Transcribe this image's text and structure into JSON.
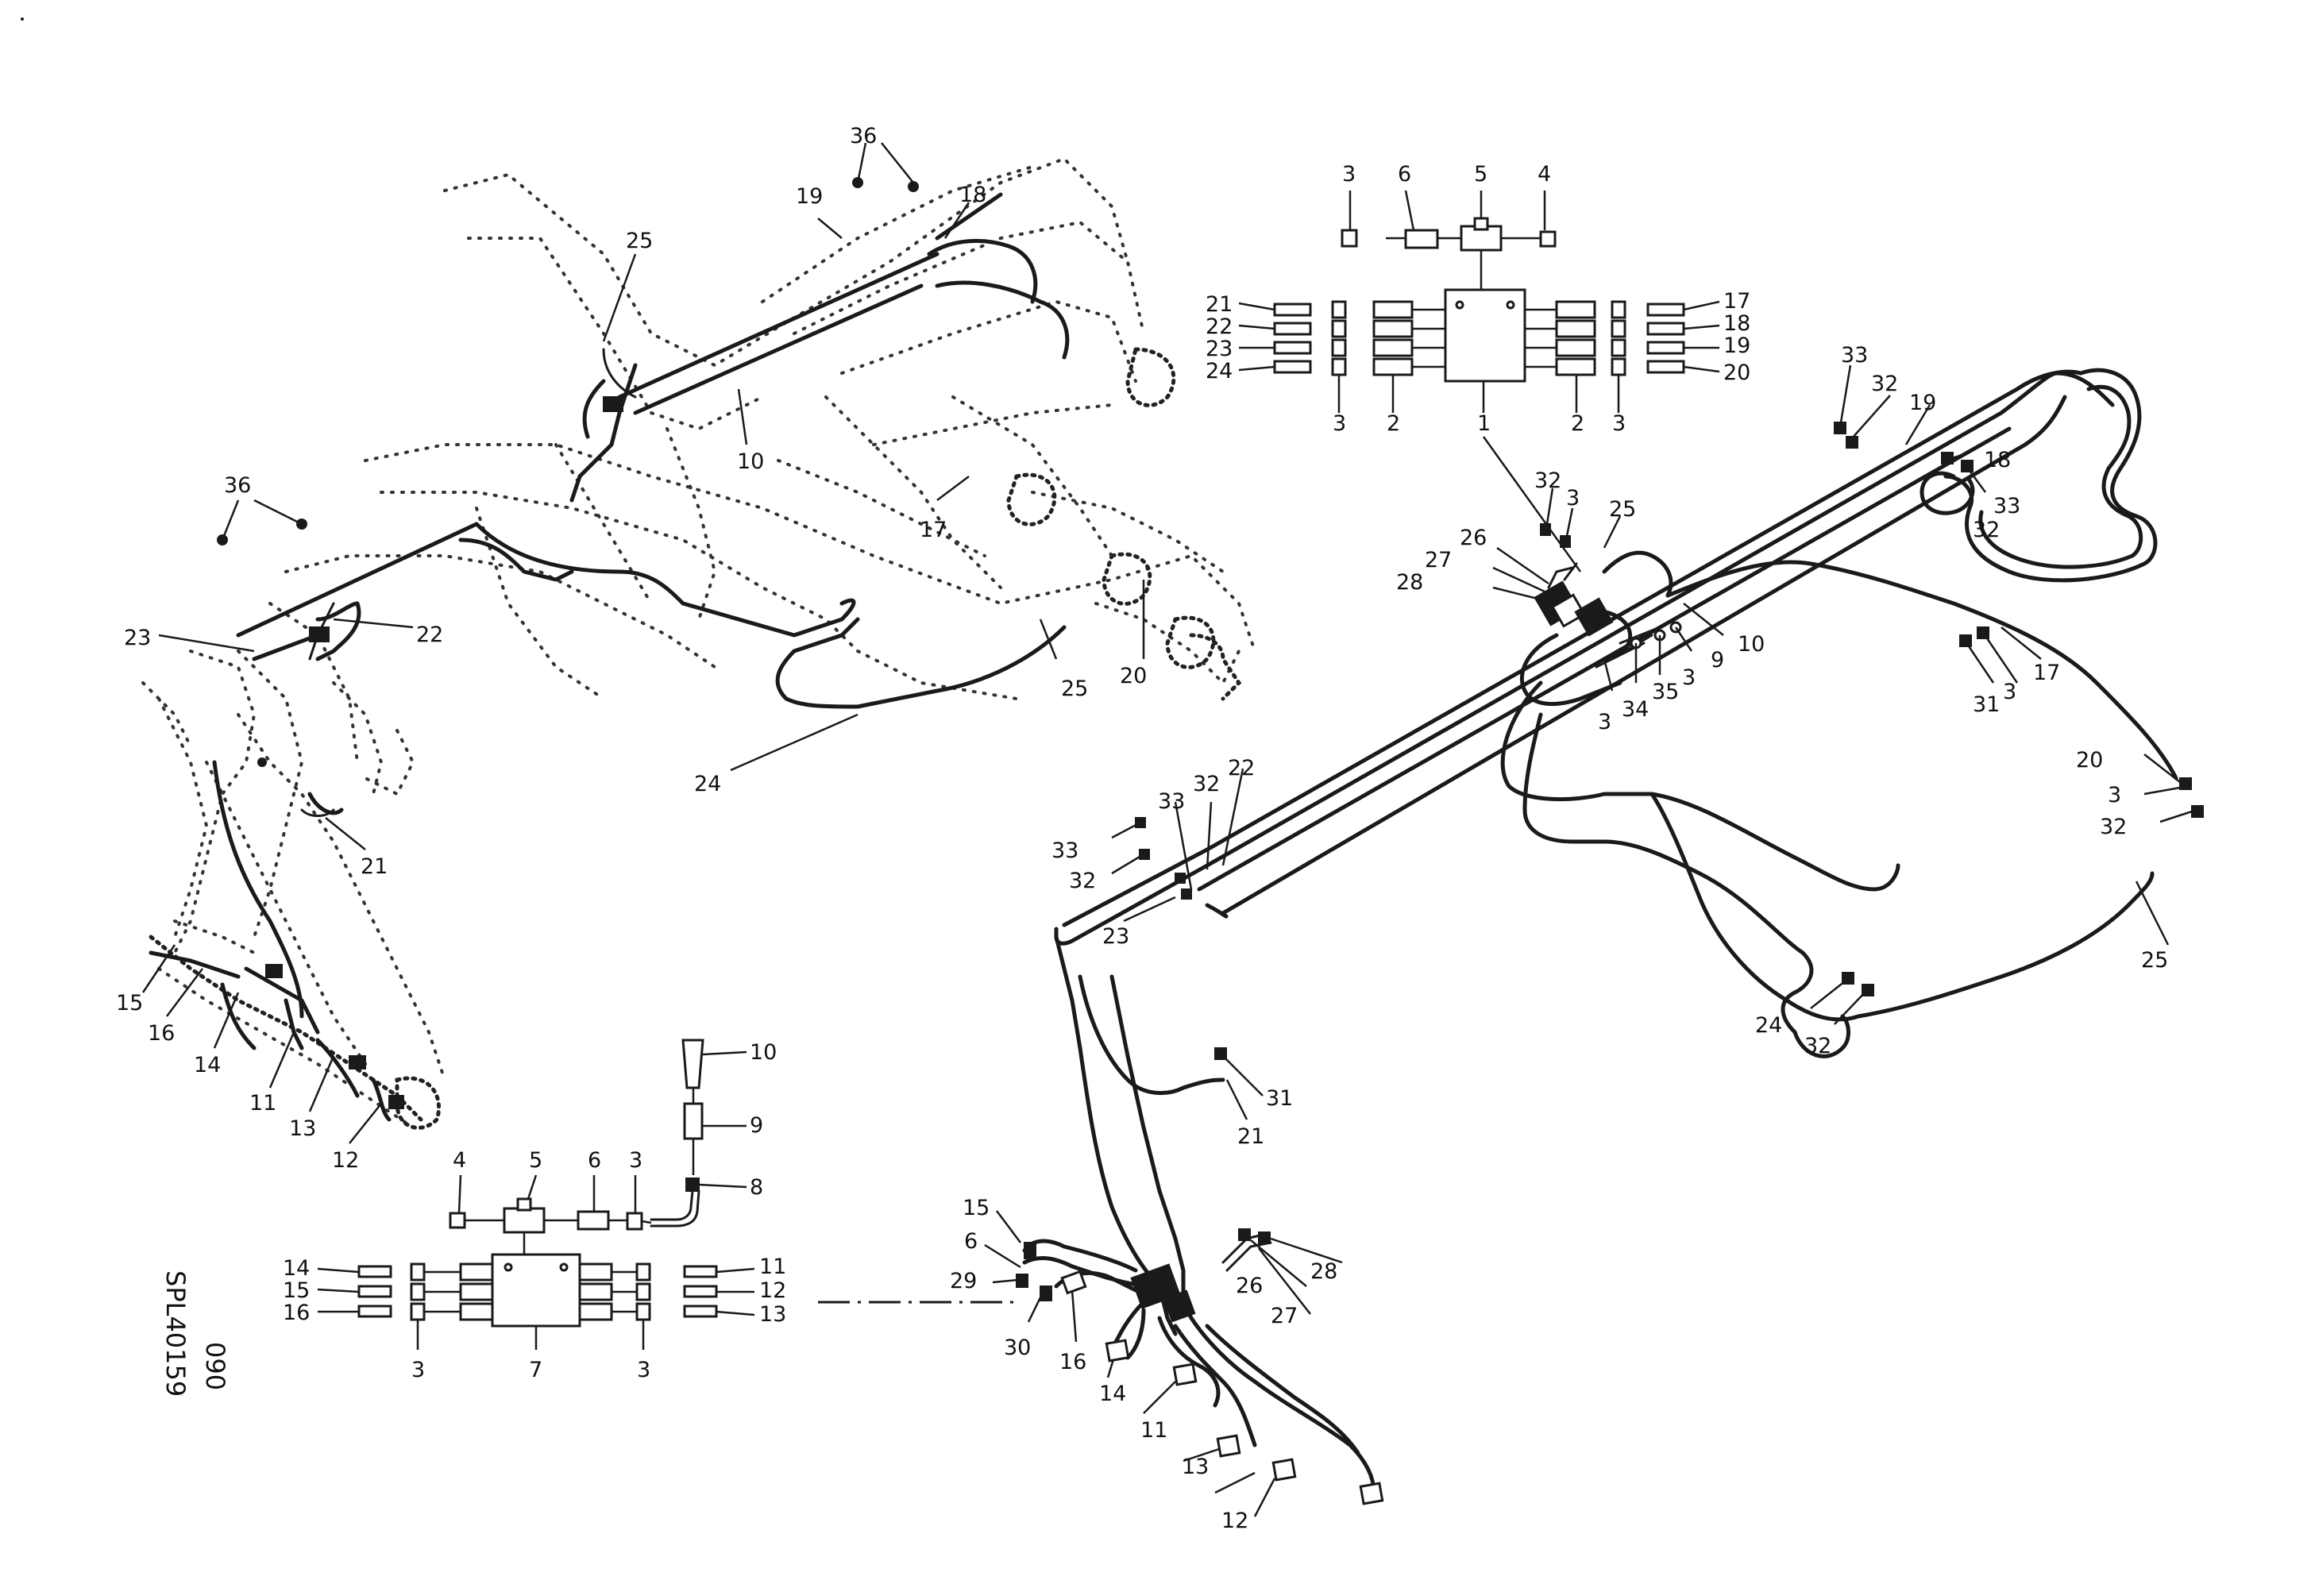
{
  "drawing_code": "SPL40159",
  "drawing_sheet": "090",
  "callouts": {
    "c36a": "36",
    "c19a": "19",
    "c18a": "18",
    "c25a": "25",
    "c10a": "10",
    "c17a": "17",
    "c36b": "36",
    "c23a": "23",
    "c22a": "22",
    "c25b": "25",
    "c20a": "20",
    "c24a": "24",
    "c21a": "21",
    "c15a": "15",
    "c16a": "16",
    "c14a": "14",
    "c11a": "11",
    "c13a": "13",
    "c12a": "12",
    "m1_3t": "3",
    "m1_6t": "6",
    "m1_5t": "5",
    "m1_4t": "4",
    "m1_21": "21",
    "m1_22": "22",
    "m1_23": "23",
    "m1_24": "24",
    "m1_17": "17",
    "m1_18": "18",
    "m1_19": "19",
    "m1_20": "20",
    "m1_3bl": "3",
    "m1_2bl": "2",
    "m1_1": "1",
    "m1_2br": "2",
    "m1_3br": "3",
    "r33a": "33",
    "r32a": "32",
    "r19": "19",
    "r18": "18",
    "r33b": "33",
    "r32b": "32",
    "r32c": "32",
    "r3a": "3",
    "r25a": "25",
    "r26a": "26",
    "r27a": "27",
    "r28a": "28",
    "r10": "10",
    "r9": "9",
    "r3b": "3",
    "r35": "35",
    "r34": "34",
    "r3c": "3",
    "r31a": "31",
    "r3d": "3",
    "r17": "17",
    "r20": "20",
    "r3e": "3",
    "r32d": "32",
    "r22": "22",
    "r32e": "32",
    "r33c": "33",
    "r33d": "33",
    "r32f": "32",
    "r23": "23",
    "r25b": "25",
    "r24": "24",
    "r32g": "32",
    "r31b": "31",
    "r21": "21",
    "m2_10": "10",
    "m2_9": "9",
    "m2_8": "8",
    "m2_4": "4",
    "m2_5": "5",
    "m2_6": "6",
    "m2_3t": "3",
    "m2_14": "14",
    "m2_15": "15",
    "m2_16": "16",
    "m2_11": "11",
    "m2_12": "12",
    "m2_13": "13",
    "m2_3bl": "3",
    "m2_7": "7",
    "m2_3br": "3",
    "h15": "15",
    "h6": "6",
    "h29": "29",
    "h30": "30",
    "h16": "16",
    "h14": "14",
    "h11": "11",
    "h13": "13",
    "h12": "12",
    "h26": "26",
    "h27": "27",
    "h28": "28"
  }
}
